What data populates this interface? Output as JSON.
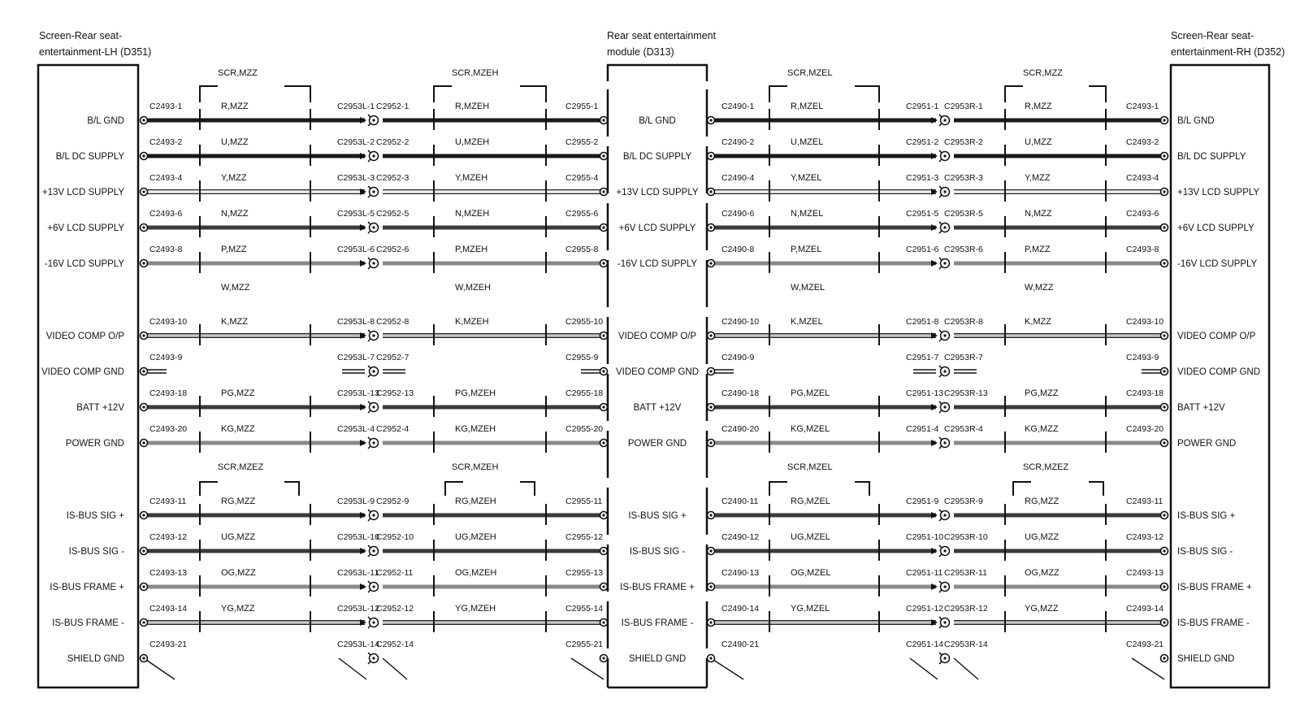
{
  "modules": {
    "left": {
      "title_line1": "Screen-Rear seat-",
      "title_line2": "entertainment-LH (D351)"
    },
    "center": {
      "title_line1": "Rear seat entertainment",
      "title_line2": "module (D313)"
    },
    "right": {
      "title_line1": "Screen-Rear seat-",
      "title_line2": "entertainment-RH (D352)"
    }
  },
  "screens": {
    "top": {
      "labels": [
        "SCR,MZZ",
        "SCR,MZEH",
        "SCR,MZEL",
        "SCR,MZZ"
      ]
    },
    "bottom": {
      "labels": [
        "SCR,MZEZ",
        "SCR,MZEH",
        "SCR,MZEL",
        "SCR,MZEZ"
      ]
    }
  },
  "twisted_pairs": {
    "labels": [
      "W,MZZ",
      "W,MZEH",
      "W,MZEL",
      "W,MZZ"
    ]
  },
  "wire_colors": {
    "black": "#1a1a1a",
    "dark": "#3a3a3a",
    "grey": "#8a8a8a",
    "light": "#c4c4c4",
    "white": "#f2f2f2"
  },
  "rows": [
    {
      "signal": "B/L GND",
      "color": "black",
      "left_conn": "C2493-1",
      "inline_l": "C2953L-1",
      "inline_l2": "C2952-1",
      "center_conn": "C2955-1",
      "center_conn_r": "C2490-1",
      "inline_r": "C2951-1",
      "inline_r2": "C2953R-1",
      "right_conn": "C2493-1",
      "wire_a": "R,MZZ",
      "wire_b": "R,MZEH",
      "wire_c": "R,MZEL",
      "wire_d": "R,MZZ"
    },
    {
      "signal": "B/L DC SUPPLY",
      "color": "black",
      "left_conn": "C2493-2",
      "inline_l": "C2953L-2",
      "inline_l2": "C2952-2",
      "center_conn": "C2955-2",
      "center_conn_r": "C2490-2",
      "inline_r": "C2951-2",
      "inline_r2": "C2953R-2",
      "right_conn": "C2493-2",
      "wire_a": "U,MZZ",
      "wire_b": "U,MZEH",
      "wire_c": "U,MZEL",
      "wire_d": "U,MZZ"
    },
    {
      "signal": "+13V LCD SUPPLY",
      "color": "white",
      "left_conn": "C2493-4",
      "inline_l": "C2953L-3",
      "inline_l2": "C2952-3",
      "center_conn": "C2955-4",
      "center_conn_r": "C2490-4",
      "inline_r": "C2951-3",
      "inline_r2": "C2953R-3",
      "right_conn": "C2493-4",
      "wire_a": "Y,MZZ",
      "wire_b": "Y,MZEH",
      "wire_c": "Y,MZEL",
      "wire_d": "Y,MZZ"
    },
    {
      "signal": "+6V LCD SUPPLY",
      "color": "dark",
      "left_conn": "C2493-6",
      "inline_l": "C2953L-5",
      "inline_l2": "C2952-5",
      "center_conn": "C2955-6",
      "center_conn_r": "C2490-6",
      "inline_r": "C2951-5",
      "inline_r2": "C2953R-5",
      "right_conn": "C2493-6",
      "wire_a": "N,MZZ",
      "wire_b": "N,MZEH",
      "wire_c": "N,MZEL",
      "wire_d": "N,MZZ"
    },
    {
      "signal": "-16V LCD SUPPLY",
      "color": "grey",
      "left_conn": "C2493-8",
      "inline_l": "C2953L-6",
      "inline_l2": "C2952-6",
      "center_conn": "C2955-8",
      "center_conn_r": "C2490-8",
      "inline_r": "C2951-6",
      "inline_r2": "C2953R-6",
      "right_conn": "C2493-8",
      "wire_a": "P,MZZ",
      "wire_b": "P,MZEH",
      "wire_c": "P,MZEL",
      "wire_d": "P,MZZ"
    },
    {
      "signal": "VIDEO COMP O/P",
      "color": "light",
      "left_conn": "C2493-10",
      "inline_l": "C2953L-8",
      "inline_l2": "C2952-8",
      "center_conn": "C2955-10",
      "center_conn_r": "C2490-10",
      "inline_r": "C2951-8",
      "inline_r2": "C2953R-8",
      "right_conn": "C2493-10",
      "wire_a": "K,MZZ",
      "wire_b": "K,MZEH",
      "wire_c": "K,MZEL",
      "wire_d": "K,MZZ"
    },
    {
      "signal": "VIDEO COMP GND",
      "color": "drain",
      "left_conn": "C2493-9",
      "inline_l": "C2953L-7",
      "inline_l2": "C2952-7",
      "center_conn": "C2955-9",
      "center_conn_r": "C2490-9",
      "inline_r": "C2951-7",
      "inline_r2": "C2953R-7",
      "right_conn": "C2493-9",
      "wire_a": "",
      "wire_b": "",
      "wire_c": "",
      "wire_d": ""
    },
    {
      "signal": "BATT +12V",
      "color": "dark",
      "left_conn": "C2493-18",
      "inline_l": "C2953L-13",
      "inline_l2": "C2952-13",
      "center_conn": "C2955-18",
      "center_conn_r": "C2490-18",
      "inline_r": "C2951-13",
      "inline_r2": "C2953R-13",
      "right_conn": "C2493-18",
      "wire_a": "PG,MZZ",
      "wire_b": "PG,MZEH",
      "wire_c": "PG,MZEL",
      "wire_d": "PG,MZZ"
    },
    {
      "signal": "POWER GND",
      "color": "grey",
      "left_conn": "C2493-20",
      "inline_l": "C2953L-4",
      "inline_l2": "C2952-4",
      "center_conn": "C2955-20",
      "center_conn_r": "C2490-20",
      "inline_r": "C2951-4",
      "inline_r2": "C2953R-4",
      "right_conn": "C2493-20",
      "wire_a": "KG,MZZ",
      "wire_b": "KG,MZEH",
      "wire_c": "KG,MZEL",
      "wire_d": "KG,MZZ"
    },
    {
      "signal": "IS-BUS SIG +",
      "color": "dark",
      "left_conn": "C2493-11",
      "inline_l": "C2953L-9",
      "inline_l2": "C2952-9",
      "center_conn": "C2955-11",
      "center_conn_r": "C2490-11",
      "inline_r": "C2951-9",
      "inline_r2": "C2953R-9",
      "right_conn": "C2493-11",
      "wire_a": "RG,MZZ",
      "wire_b": "RG,MZEH",
      "wire_c": "RG,MZEL",
      "wire_d": "RG,MZZ"
    },
    {
      "signal": "IS-BUS SIG -",
      "color": "dark",
      "left_conn": "C2493-12",
      "inline_l": "C2953L-10",
      "inline_l2": "C2952-10",
      "center_conn": "C2955-12",
      "center_conn_r": "C2490-12",
      "inline_r": "C2951-10",
      "inline_r2": "C2953R-10",
      "right_conn": "C2493-12",
      "wire_a": "UG,MZZ",
      "wire_b": "UG,MZEH",
      "wire_c": "UG,MZEL",
      "wire_d": "UG,MZZ"
    },
    {
      "signal": "IS-BUS FRAME +",
      "color": "grey",
      "left_conn": "C2493-13",
      "inline_l": "C2953L-11",
      "inline_l2": "C2952-11",
      "center_conn": "C2955-13",
      "center_conn_r": "C2490-13",
      "inline_r": "C2951-11",
      "inline_r2": "C2953R-11",
      "right_conn": "C2493-13",
      "wire_a": "OG,MZZ",
      "wire_b": "OG,MZEH",
      "wire_c": "OG,MZEL",
      "wire_d": "OG,MZZ"
    },
    {
      "signal": "IS-BUS FRAME -",
      "color": "light",
      "left_conn": "C2493-14",
      "inline_l": "C2953L-12",
      "inline_l2": "C2952-12",
      "center_conn": "C2955-14",
      "center_conn_r": "C2490-14",
      "inline_r": "C2951-12",
      "inline_r2": "C2953R-12",
      "right_conn": "C2493-14",
      "wire_a": "YG,MZZ",
      "wire_b": "YG,MZEH",
      "wire_c": "YG,MZEL",
      "wire_d": "YG,MZZ"
    },
    {
      "signal": "SHIELD GND",
      "color": "drain",
      "left_conn": "C2493-21",
      "inline_l": "C2953L-14",
      "inline_l2": "C2952-14",
      "center_conn": "C2955-21",
      "center_conn_r": "C2490-21",
      "inline_r": "C2951-14",
      "inline_r2": "C2953R-14",
      "right_conn": "C2493-21",
      "wire_a": "",
      "wire_b": "",
      "wire_c": "",
      "wire_d": ""
    }
  ]
}
